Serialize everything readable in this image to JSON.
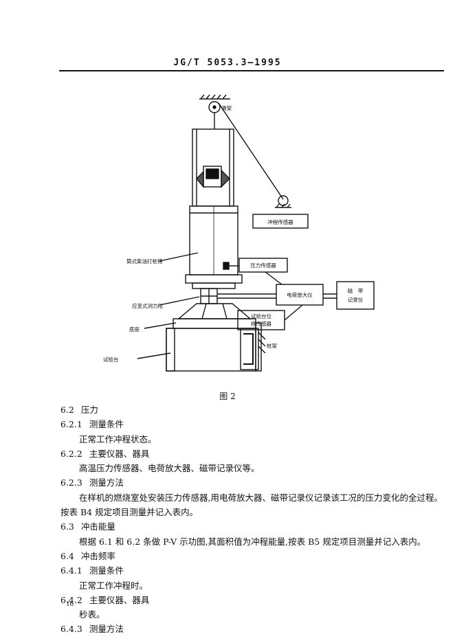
{
  "header": {
    "standard_code": "JG/T 5053.3—1995"
  },
  "figure": {
    "caption": "图 2",
    "labels": {
      "pulley": "滑架",
      "stroke_sensor": "冲程传感器",
      "pile_hammer": "筒式柴油打桩锤",
      "pressure_sensor": "压力传感器",
      "charge_amp": "电荷放大仪",
      "tape_recorder_1": "磁　带",
      "tape_recorder_2": "记录仪",
      "strain_gauge": "应变式测力砧",
      "test_rig_disp_1": "试验台位",
      "test_rig_disp_2": "移传感器",
      "base": "底座",
      "frame": "桩架",
      "test_bench": "试验台"
    }
  },
  "sections": [
    {
      "num": "6.2",
      "text": "压力",
      "indent": false
    },
    {
      "num": "6.2.1",
      "text": "测量条件",
      "indent": false
    },
    {
      "num": "",
      "text": "正常工作冲程状态。",
      "indent": true
    },
    {
      "num": "6.2.2",
      "text": "主要仪器、器具",
      "indent": false
    },
    {
      "num": "",
      "text": "高温压力传感器、电荷放大器、磁带记录仪等。",
      "indent": true
    },
    {
      "num": "6.2.3",
      "text": "测量方法",
      "indent": false
    },
    {
      "num": "",
      "text": "在样机的燃烧室处安装压力传感器,用电荷放大器、磁带记录仪记录该工况的压力变化的全过程。",
      "indent": true
    },
    {
      "num": "",
      "text": "按表 B4 规定项目测量并记入表内。",
      "indent": false
    },
    {
      "num": "6.3",
      "text": "冲击能量",
      "indent": false
    },
    {
      "num": "",
      "text": "根据 6.1 和 6.2 条做 P-V 示功图,其面积值为冲程能量,按表 B5 规定项目测量并记入表内。",
      "indent": true
    },
    {
      "num": "6.4",
      "text": "冲击频率",
      "indent": false
    },
    {
      "num": "6.4.1",
      "text": "测量条件",
      "indent": false
    },
    {
      "num": "",
      "text": "正常工作冲程时。",
      "indent": true
    },
    {
      "num": "6.4.2",
      "text": "主要仪器、器具",
      "indent": false
    },
    {
      "num": "",
      "text": "秒表。",
      "indent": true
    },
    {
      "num": "6.4.3",
      "text": "测量方法",
      "indent": false
    }
  ],
  "page_number": "16"
}
